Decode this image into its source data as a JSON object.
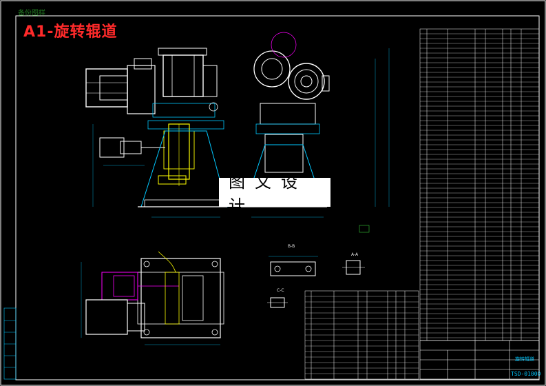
{
  "title": "A1-旋转辊道",
  "watermark": "图文设计",
  "stamp": "备份图样",
  "section_labels": {
    "b_b": "B-B",
    "a_a": "A-A",
    "c_c": "C-C"
  },
  "title_block": {
    "drawing_name": "旋转辊道",
    "drawing_no": "TSD-01000"
  },
  "colors": {
    "background": "#000000",
    "frame": "#ffffff",
    "outline": "#00c8ff",
    "part_yellow": "#ffff00",
    "part_magenta": "#ff00ff",
    "part_white": "#ffffff",
    "part_green": "#38c838",
    "title_red": "#ff2a2a"
  }
}
